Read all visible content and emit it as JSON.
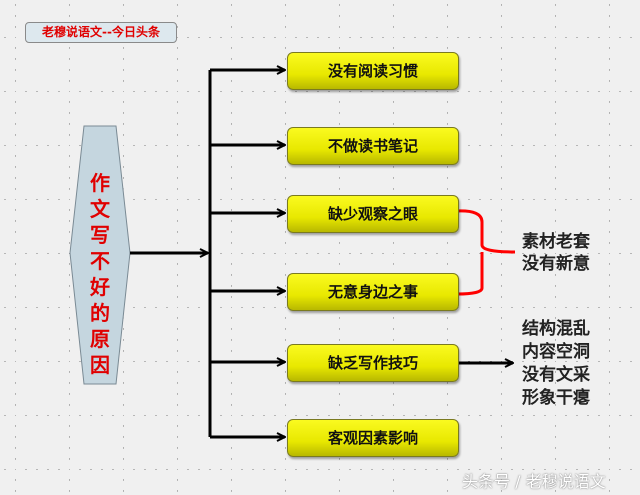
{
  "title_box": "老穆说语文--今日头条",
  "root": "作文写不好的原因",
  "causes": [
    "没有阅读习惯",
    "不做读书笔记",
    "缺少观察之眼",
    "无意身边之事",
    "缺乏写作技巧",
    "客观因素影响"
  ],
  "result_material": [
    "素材老套",
    "没有新意"
  ],
  "result_skill": [
    "结构混乱",
    "内容空洞",
    "没有文采",
    "形象干瘪"
  ],
  "watermark": "头条号 / 老穆说语文",
  "colors": {
    "box": "#f0f000",
    "root": "#c5d6df",
    "accent": "#e00000",
    "brace": "#ff0000"
  }
}
